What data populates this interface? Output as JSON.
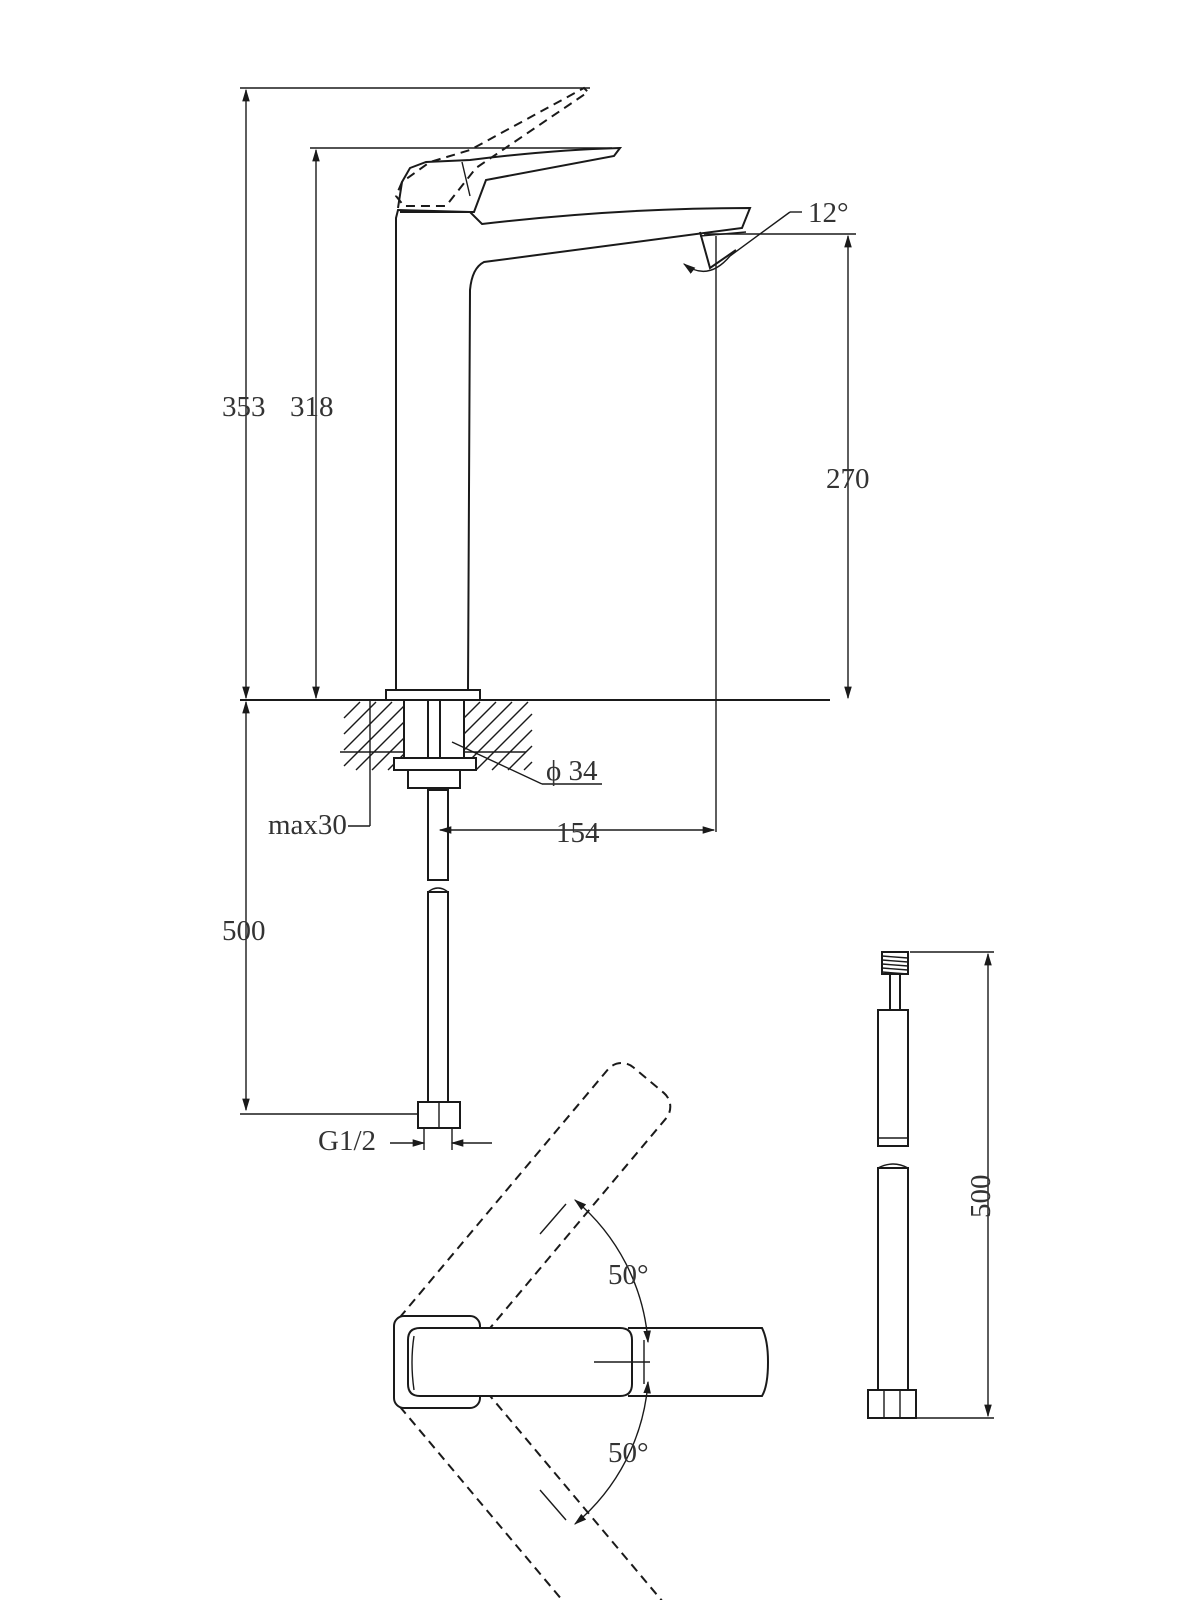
{
  "dimensions": {
    "overall_height_lever_raised": "353",
    "overall_height": "318",
    "spout_outlet_height": "270",
    "spout_angle": "12°",
    "base_diameter": "ϕ 34",
    "max_deck_thickness": "max30",
    "spout_reach": "154",
    "hose_length": "500",
    "inlet_thread": "G1/2",
    "hose_length_detail": "500",
    "lever_rotation_upper": "50°",
    "lever_rotation_lower": "50°"
  }
}
